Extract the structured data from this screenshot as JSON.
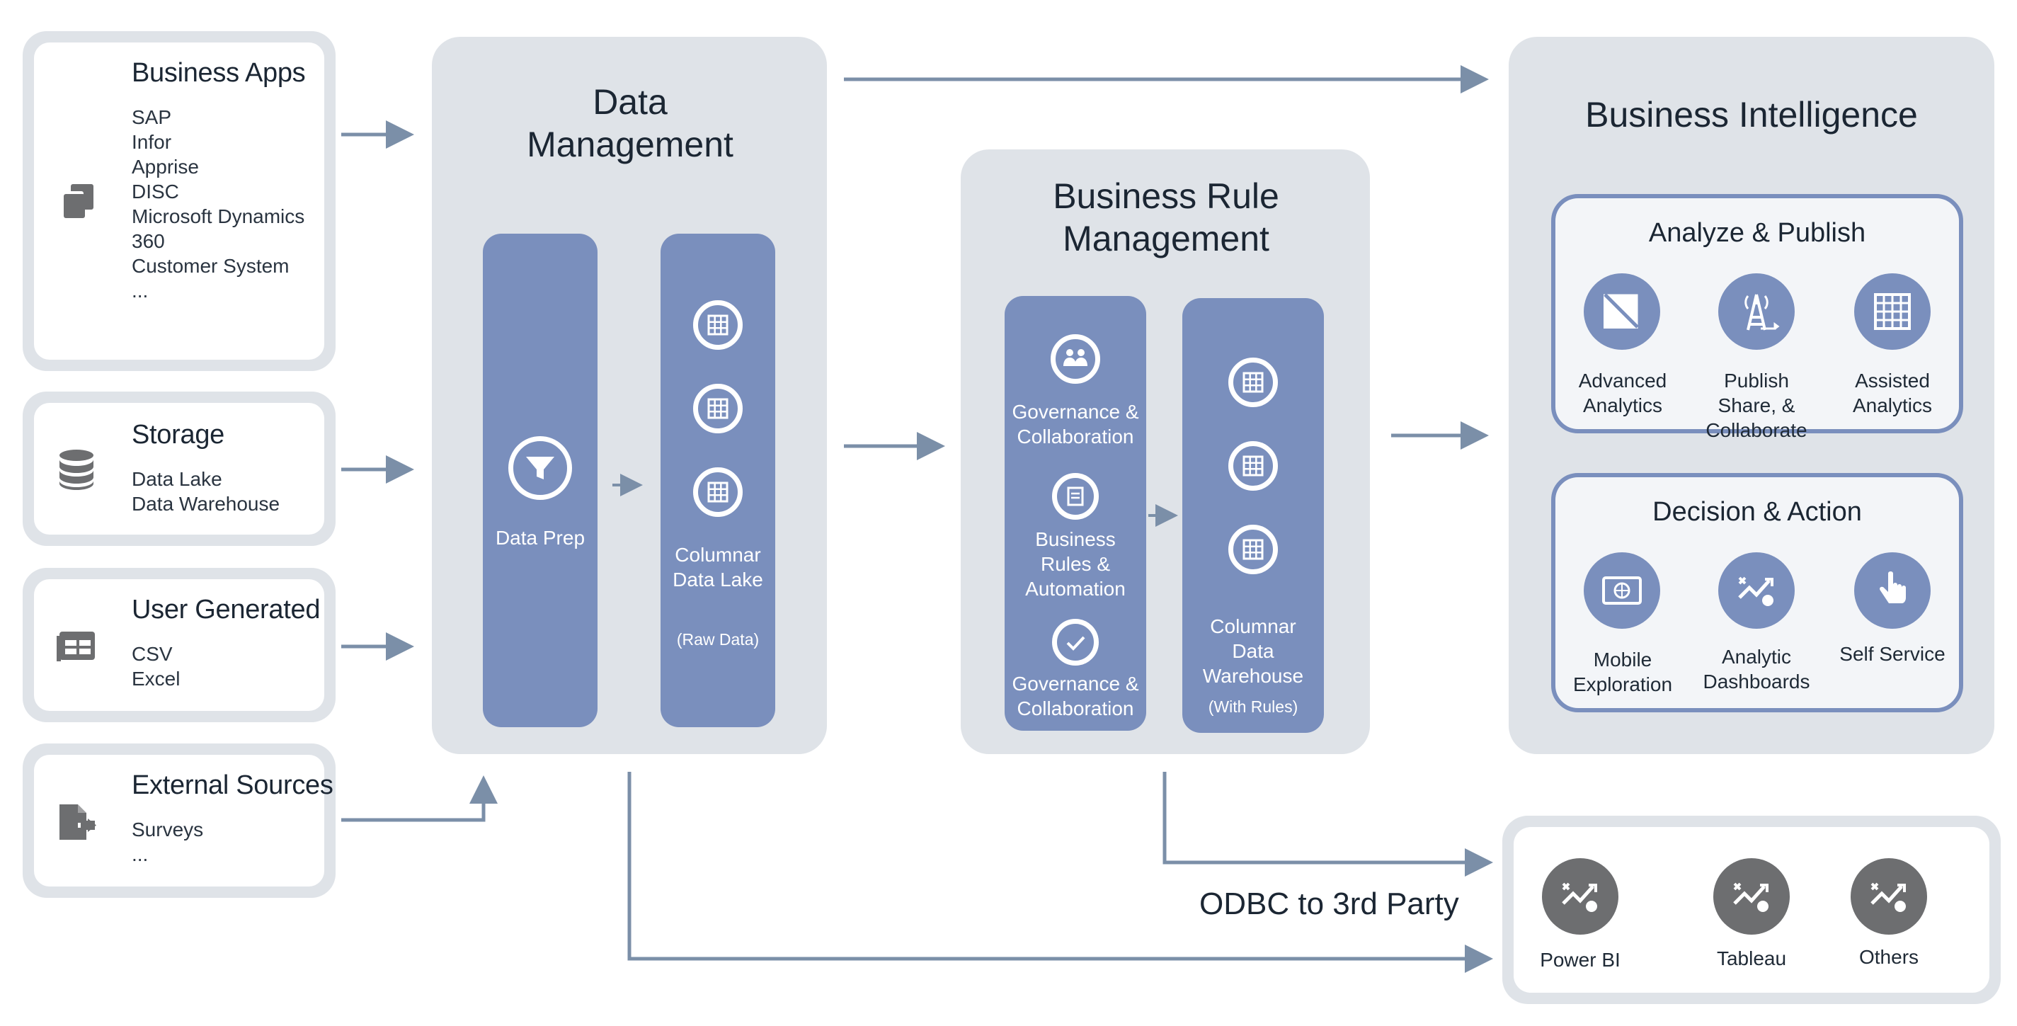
{
  "sources": [
    {
      "title": "Business Apps",
      "items": [
        "SAP",
        "Infor",
        "Apprise",
        "DISC",
        "Microsoft Dynamics",
        "360",
        "Customer System",
        "..."
      ],
      "icon": "documents-icon"
    },
    {
      "title": "Storage",
      "items": [
        "Data Lake",
        "Data Warehouse"
      ],
      "icon": "database-icon"
    },
    {
      "title": "User Generated",
      "items": [
        "CSV",
        "Excel"
      ],
      "icon": "table-icon"
    },
    {
      "title": "External Sources",
      "items": [
        "Surveys",
        "..."
      ],
      "icon": "file-export-icon"
    }
  ],
  "data_management": {
    "title": "Data Management",
    "data_prep": "Data Prep",
    "columnar": "Columnar Data Lake",
    "columnar_note": "(Raw Data)"
  },
  "business_rule": {
    "title": "Business Rule Management",
    "gov1": "Governance & Collaboration",
    "rules": "Business Rules & Automation",
    "gov2": "Governance & Collaboration",
    "columnar": "Columnar Data Warehouse",
    "columnar_note": "(With Rules)"
  },
  "business_intelligence": {
    "title": "Business Intelligence",
    "analyze": {
      "title": "Analyze & Publish",
      "items": [
        "Advanced Analytics",
        "Publish Share, & Collaborate",
        "Assisted Analytics"
      ]
    },
    "decision": {
      "title": "Decision & Action",
      "items": [
        "Mobile Exploration",
        "Analytic Dashboards",
        "Self Service"
      ]
    }
  },
  "third_party": {
    "label": "ODBC to 3rd Party",
    "items": [
      "Power BI",
      "Tableau",
      "Others"
    ]
  },
  "colors": {
    "panel": "#dfe3e8",
    "column": "#7a8fbd",
    "arrow": "#7b8fa8",
    "gray_icon": "#6d6e70"
  }
}
